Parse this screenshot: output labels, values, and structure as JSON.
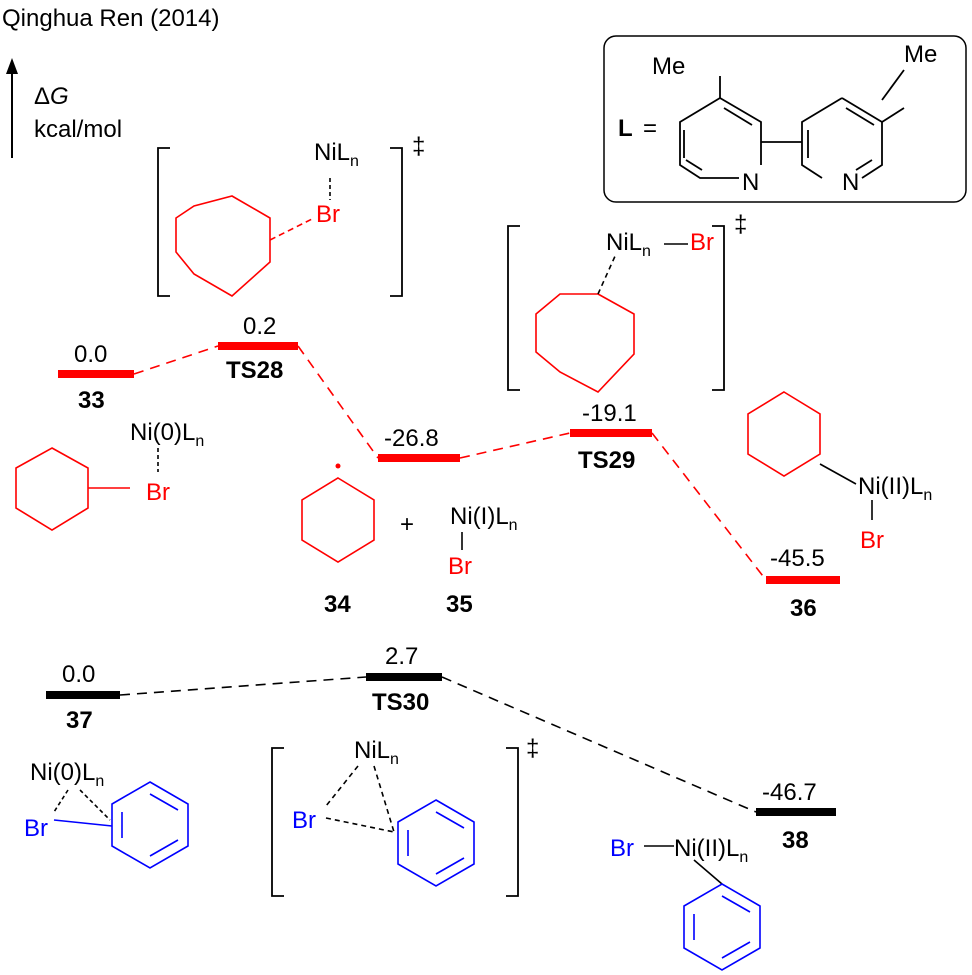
{
  "header": {
    "author": "Qinghua Ren (2014)",
    "axis_symbol_prefix": "Δ",
    "axis_symbol_var": "G",
    "axis_unit": "kcal/mol"
  },
  "ligand": {
    "label": "L",
    "equals": "=",
    "substituent_left": "Me",
    "substituent_right": "Me",
    "n_left": "N",
    "n_right": "N"
  },
  "colors": {
    "path_red": "#ff0000",
    "path_black": "#000000",
    "aryl_blue": "#0000ff"
  },
  "levels": [
    {
      "id": "33",
      "energy": "0.0",
      "label": "33"
    },
    {
      "id": "TS28",
      "energy": "0.2",
      "label": "TS28"
    },
    {
      "id": "34+35",
      "energy": "-26.8",
      "label": ""
    },
    {
      "id": "TS29",
      "energy": "-19.1",
      "label": "TS29"
    },
    {
      "id": "36",
      "energy": "-45.5",
      "label": "36"
    },
    {
      "id": "37",
      "energy": "0.0",
      "label": "37"
    },
    {
      "id": "TS30",
      "energy": "2.7",
      "label": "TS30"
    },
    {
      "id": "38",
      "energy": "-46.7",
      "label": "38"
    }
  ],
  "structures": {
    "ts_mark": "‡",
    "ni": "Ni",
    "ni0": "Ni(0)L",
    "ni1": "Ni(I)L",
    "ni2": "Ni(II)L",
    "nil": "NiL",
    "sub_n": "n",
    "br": "Br",
    "plus": "+",
    "label_34": "34",
    "label_35": "35"
  }
}
